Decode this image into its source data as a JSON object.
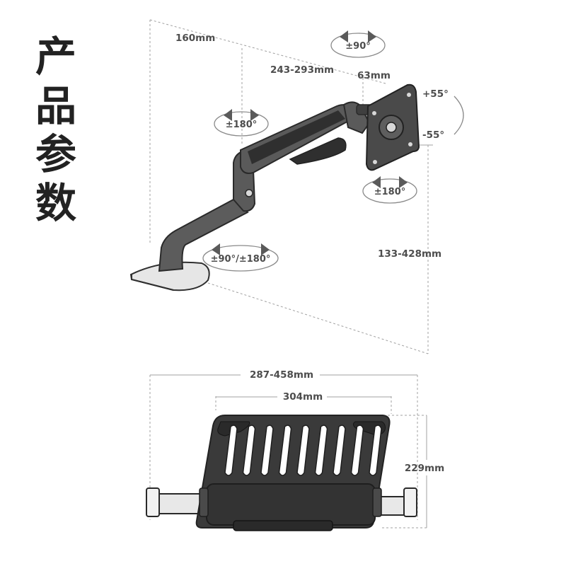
{
  "title": [
    "产",
    "品",
    "参",
    "数"
  ],
  "arm": {
    "depth_label": "160mm",
    "reach_label": "243-293mm",
    "head_offset_label": "63mm",
    "height_label": "133-428mm",
    "head_swivel": "±90°",
    "elbow_swivel": "±180°",
    "tilt_up": "+55°",
    "tilt_down": "-55°",
    "rotation": "±180°",
    "base_swivel": "±90°/±180°"
  },
  "tray": {
    "overall_width_label": "287-458mm",
    "tray_width_label": "304mm",
    "tray_depth_label": "229mm",
    "slot_count": 9
  },
  "colors": {
    "title": "#222222",
    "product_dark": "#3b3b3b",
    "product_mid": "#5a5a5a",
    "line": "#9a9a9a",
    "label": "#4d4d4d",
    "plate_light": "#e8e8e8"
  }
}
